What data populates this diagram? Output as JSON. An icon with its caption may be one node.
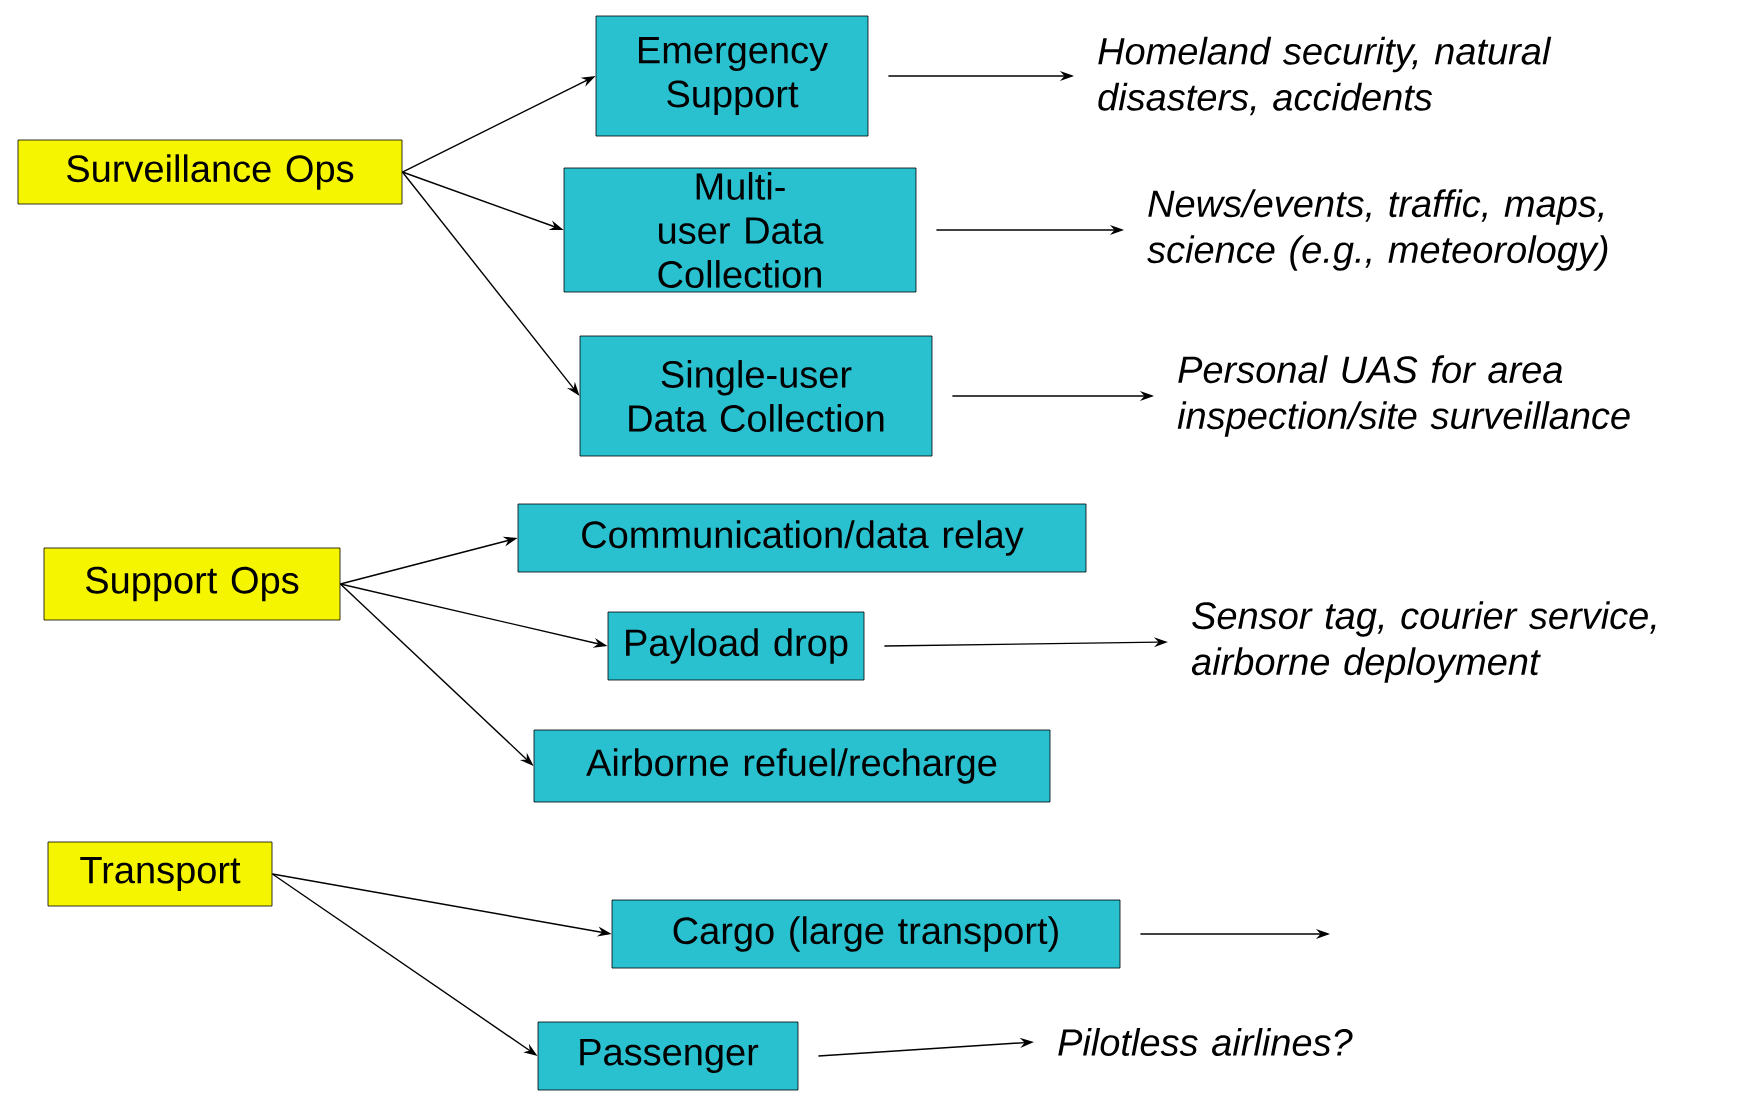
{
  "diagram": {
    "nodes": [
      {
        "text": [
          "Surveillance Ops"
        ]
      },
      {
        "text": [
          "Emergency Support"
        ]
      },
      {
        "text": [
          "Homeland security, natural disasters, accidents"
        ]
      },
      {
        "text": [
          "Multi-user Data Collection"
        ]
      },
      {
        "text": [
          "News/events, traffic, maps, science (e.g., meteorology)"
        ]
      },
      {
        "text": [
          "Single-user Data Collection"
        ]
      },
      {
        "text": [
          "Personal UAS for area inspection/site surveillance"
        ]
      },
      {
        "text": [
          "Support Ops"
        ]
      },
      {
        "text": [
          "Communication/data relay"
        ]
      },
      {
        "text": [
          "Payload drop"
        ]
      },
      {
        "text": [
          "Sensor tag, courier service, airborne deployment"
        ]
      },
      {
        "text": [
          "Airborne refuel/recharge"
        ]
      },
      {
        "text": [
          "Transport"
        ]
      },
      {
        "text": [
          "Cargo (large transport)"
        ]
      },
      {
        "text": [
          "Passenger"
        ]
      },
      {
        "text": [
          "Pilotless airlines?"
        ]
      }
    ],
    "edges": [
      {
        "from": 0,
        "to": 1,
        "arrow": "to"
      },
      {
        "from": 0,
        "to": 3,
        "arrow": "to"
      },
      {
        "from": 0,
        "to": 5,
        "arrow": "to"
      },
      {
        "from": 1,
        "to": 2,
        "arrow": "to"
      },
      {
        "from": 3,
        "to": 4,
        "arrow": "to"
      },
      {
        "from": 5,
        "to": 6,
        "arrow": "to"
      },
      {
        "from": 7,
        "to": 8,
        "arrow": "to"
      },
      {
        "from": 7,
        "to": 9,
        "arrow": "to"
      },
      {
        "from": 7,
        "to": 11,
        "arrow": "to"
      },
      {
        "from": 9,
        "to": 10,
        "arrow": "to"
      },
      {
        "from": 12,
        "to": 13,
        "arrow": "to"
      },
      {
        "from": 12,
        "to": 14,
        "arrow": "to"
      },
      {
        "from": 13,
        "to": null,
        "arrow": "to"
      },
      {
        "from": 14,
        "to": 15,
        "arrow": "to"
      }
    ]
  }
}
